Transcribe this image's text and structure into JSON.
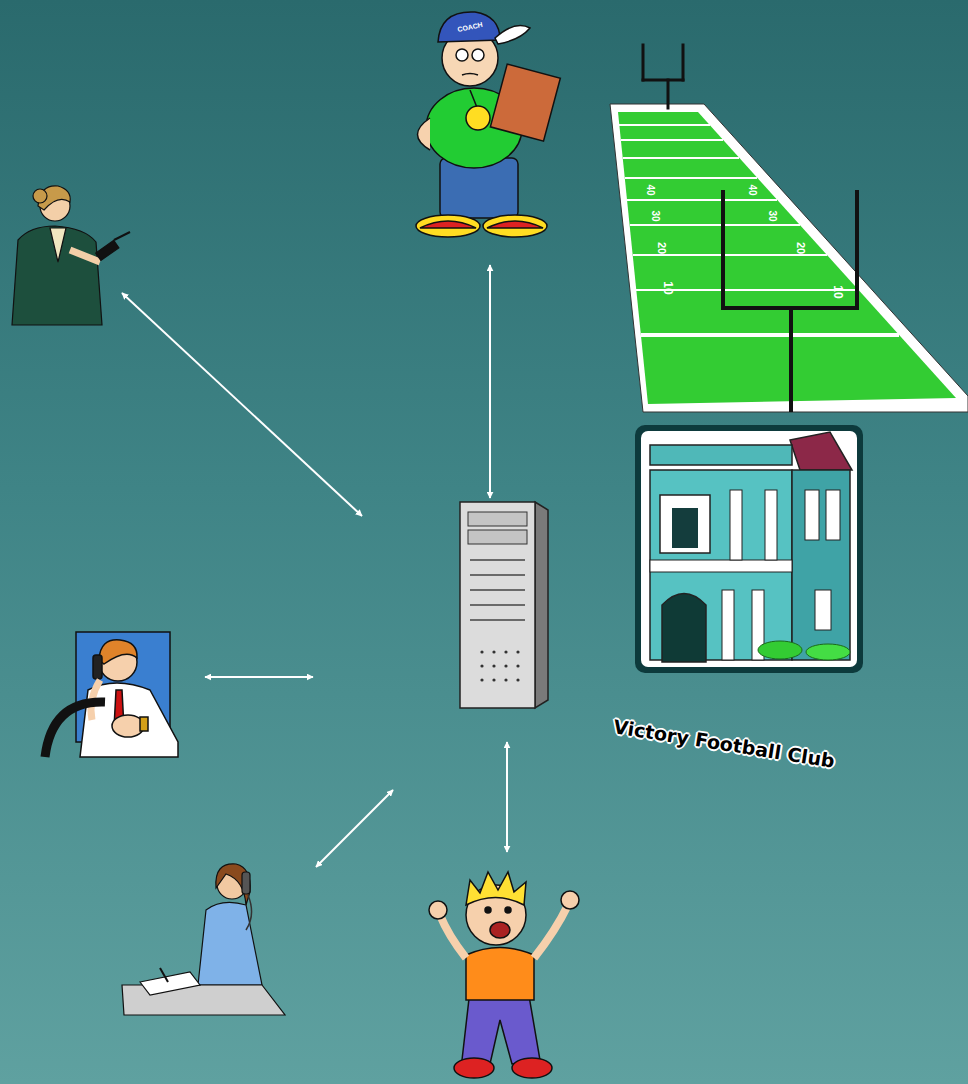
{
  "diagram": {
    "labels": [
      "COACH",
      "40",
      "30",
      "20",
      "10",
      "40",
      "30",
      "20",
      "10",
      "Victory Football Club"
    ]
  }
}
